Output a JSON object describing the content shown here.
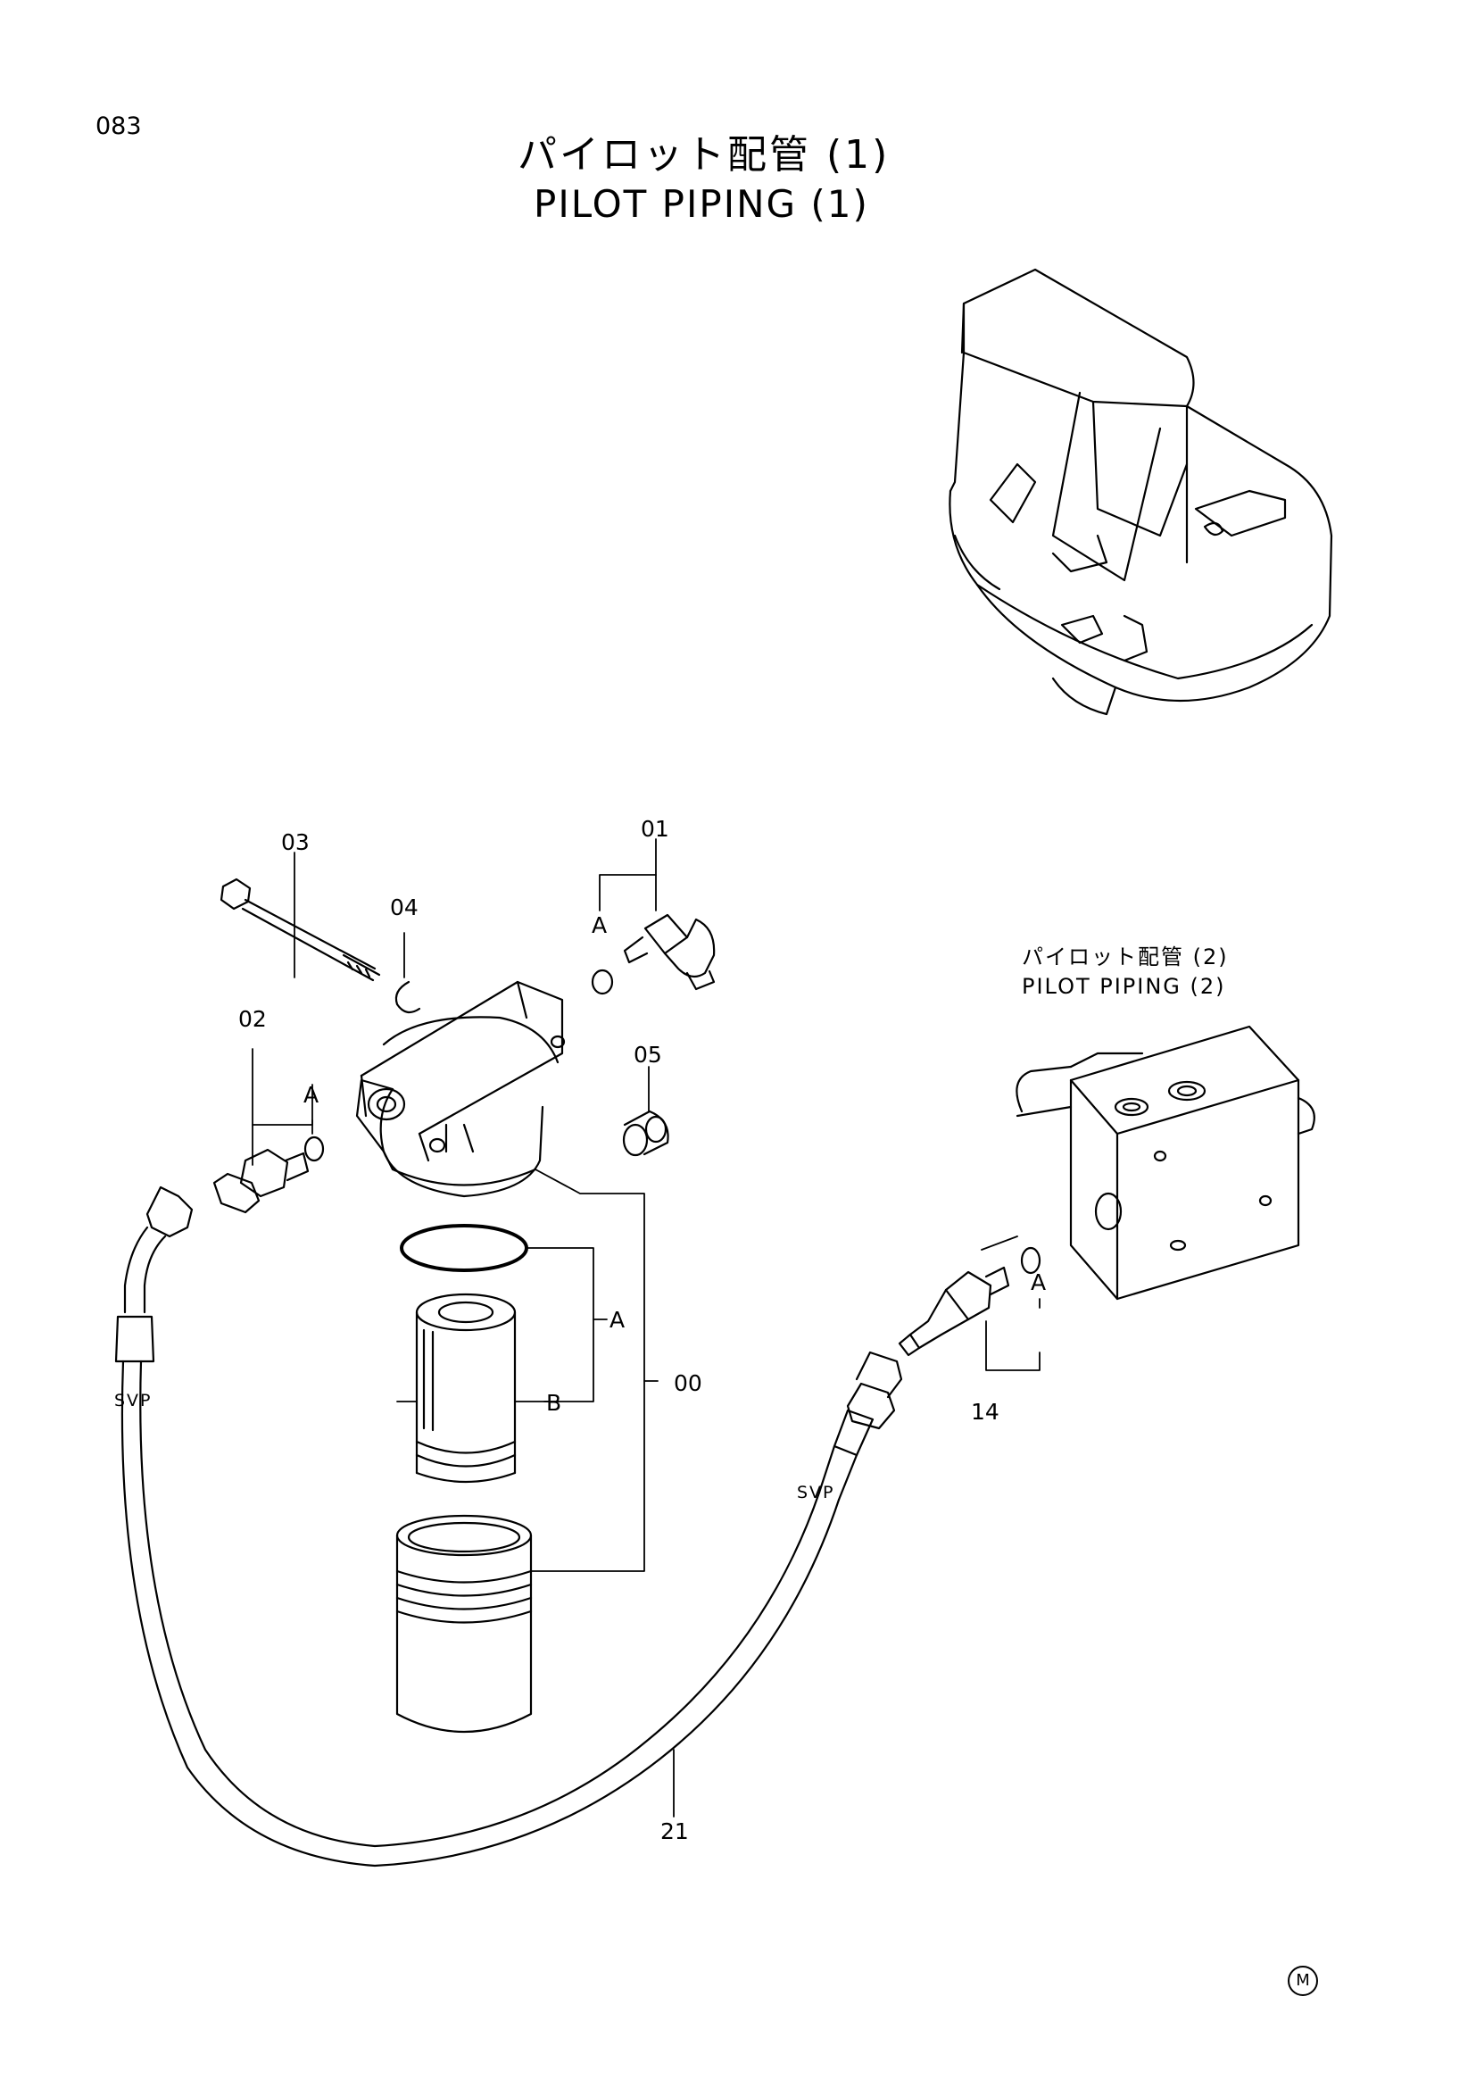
{
  "header": {
    "page_number": "083",
    "title_jp": "パイロット配管 (1)",
    "title_en": "PILOT PIPING (1)"
  },
  "reference": {
    "title_jp": "パイロット配管 (2)",
    "title_en": "PILOT PIPING (2)"
  },
  "callouts": {
    "c00": "00",
    "c01": "01",
    "c02": "02",
    "c03": "03",
    "c04": "04",
    "c05": "05",
    "c14": "14",
    "c21": "21"
  },
  "kit_labels": {
    "a": "A",
    "b": "B"
  },
  "hose_marks": {
    "svp": "SVP"
  },
  "mark": "M"
}
